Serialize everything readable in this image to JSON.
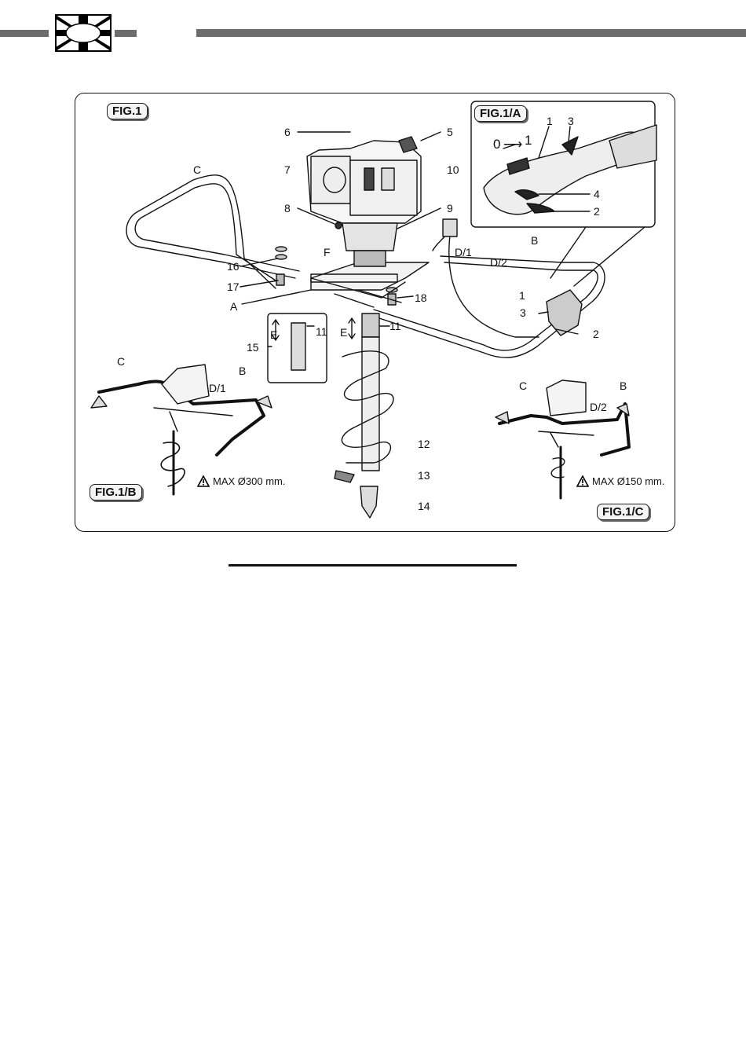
{
  "figure": {
    "tags": {
      "fig1": "FIG.1",
      "fig1a": "FIG.1/A",
      "fig1b": "FIG.1/B",
      "fig1c": "FIG.1/C"
    },
    "callouts": {
      "c5": "5",
      "c6": "6",
      "c7": "7",
      "c8": "8",
      "c9": "9",
      "c10": "10",
      "c11a": "11",
      "c11b": "11",
      "c12": "12",
      "c13": "13",
      "c14": "14",
      "c15": "15",
      "c16": "16",
      "c17": "17",
      "c18": "18",
      "A": "A",
      "B": "B",
      "C": "C",
      "F": "F",
      "D1": "D/1",
      "D2": "D/2",
      "Ea": "E",
      "Eb": "E",
      "h1": "1",
      "h2": "2",
      "h3": "3"
    },
    "inset_a": {
      "n1": "1",
      "n2": "2",
      "n3": "3",
      "n4": "4",
      "switch": "0 → 1",
      "switch0": "0",
      "switch1": "1"
    },
    "inset_b": {
      "C": "C",
      "B": "B",
      "D1": "D/1",
      "warning": "MAX Ø300 mm."
    },
    "inset_c": {
      "C": "C",
      "B": "B",
      "D2": "D/2",
      "warning": "MAX Ø150 mm."
    }
  }
}
